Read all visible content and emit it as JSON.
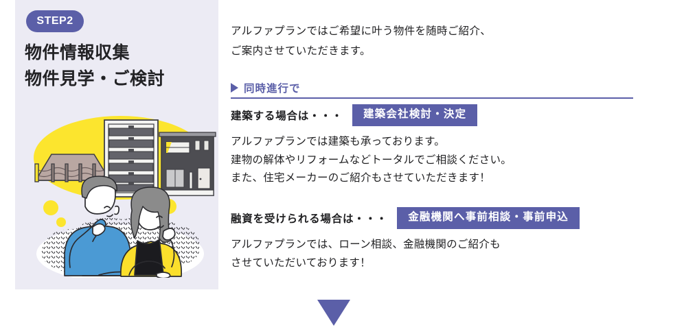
{
  "step": {
    "badge_label": "STEP2",
    "title_lines": [
      "物件情報収集",
      "物件見学・ご検討"
    ]
  },
  "illustration": {
    "name": "couple-considering-properties-illustration",
    "items": [
      "land-plot-with-fence",
      "apartment-building",
      "detached-house",
      "man-thinking",
      "woman-thinking",
      "thought-bubbles"
    ],
    "colors": {
      "highlight_yellow": "#fce52e",
      "building_gray": "#4d4d52",
      "man_shirt_blue": "#4b9ad4",
      "woman_jacket_yellow": "#fbdf2c",
      "panel_bg": "#ecebf4"
    }
  },
  "content": {
    "intro_lines": [
      "アルファプランではご希望に叶う物件を随時ご紹介、",
      "ご案内させていただきます。"
    ],
    "parallel_label": "同時進行で",
    "build_section": {
      "lead": "建築する場合は・・・",
      "tag": "建築会社検討・決定",
      "body_lines": [
        "アルファプランでは建築も承っております。",
        "建物の解体やリフォームなどトータルでご相談ください。",
        "また、住宅メーカーのご紹介もさせていただきます！"
      ]
    },
    "loan_section": {
      "lead": "融資を受けられる場合は・・・",
      "tag": "金融機関へ事前相談・事前申込",
      "body_lines": [
        "アルファプランでは、ローン相談、金融機関のご紹介も",
        "させていただいております！"
      ]
    }
  },
  "footer": {
    "arrow_icon": "triangle-down-icon"
  },
  "theme": {
    "accent": "#5b5fa8",
    "panel_bg": "#ecebf4",
    "card_bg": "#ffffff",
    "text": "#1f1f21"
  }
}
